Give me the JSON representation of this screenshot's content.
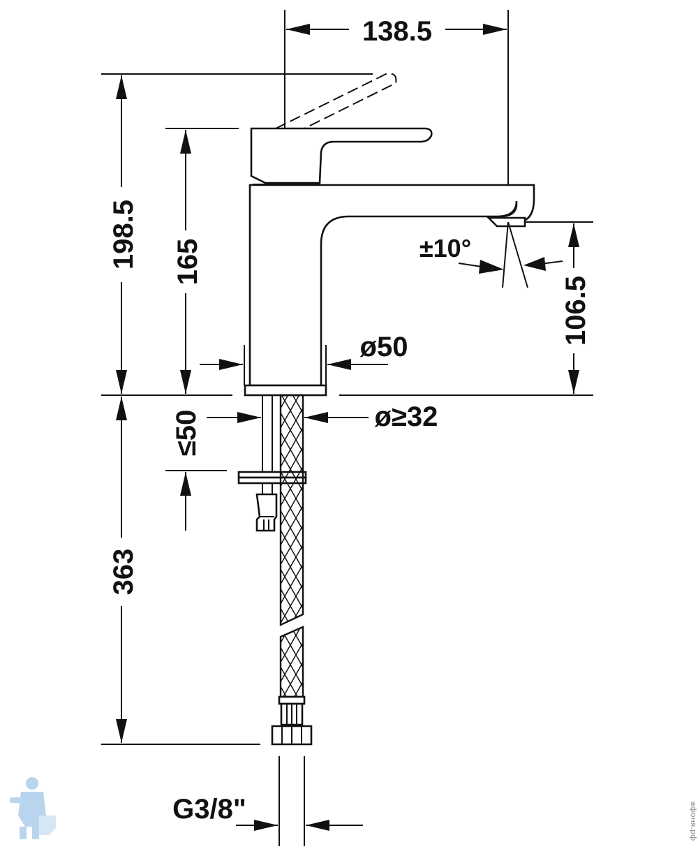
{
  "dimensions": {
    "width_top": "138.5",
    "total_height": "198.5",
    "body_height": "165",
    "swivel_angle": "±10°",
    "spout_height": "106.5",
    "body_diameter": "ø50",
    "hole_diameter": "ø≥32",
    "deck_thickness": "≤50",
    "hose_length": "363",
    "connection_thread": "G3/8\""
  },
  "watermark": {
    "text": "афоня.рф"
  }
}
